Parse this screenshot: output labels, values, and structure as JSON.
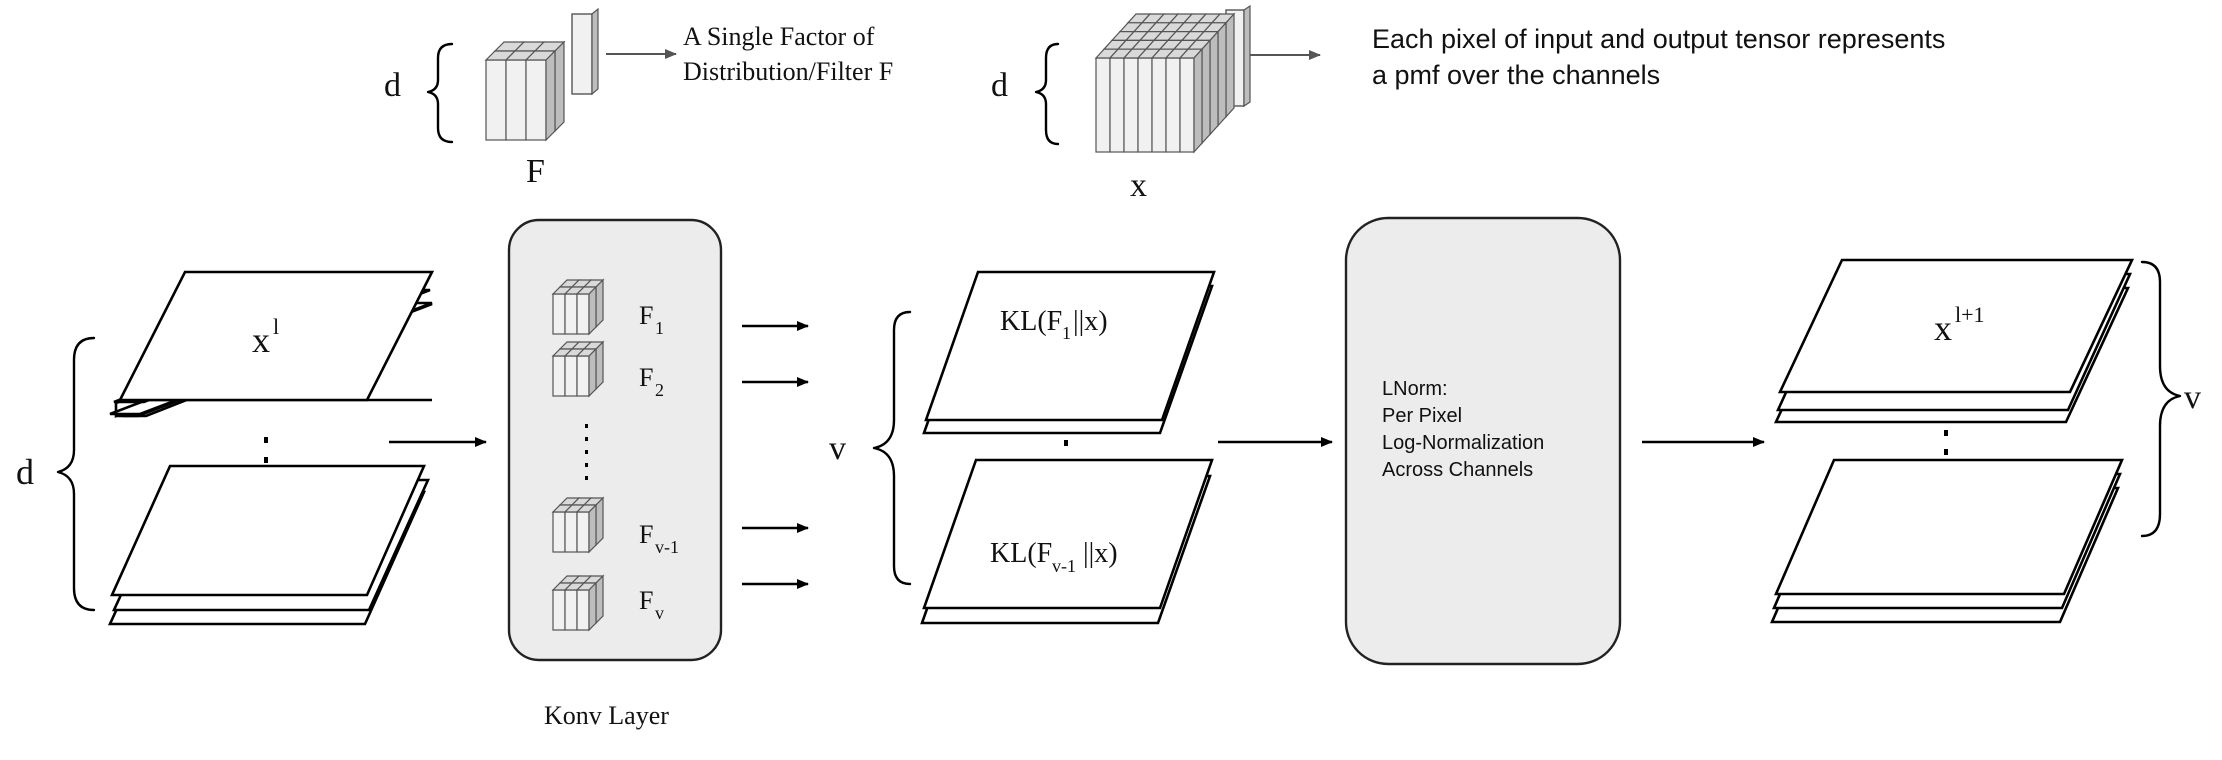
{
  "legend": {
    "filter": {
      "dim_label": "d",
      "name": "F",
      "description_line1": "A Single Factor of",
      "description_line2": "Distribution/Filter F"
    },
    "tensor": {
      "dim_label": "d",
      "name": "x",
      "description_line1": "Each pixel of input and output tensor represents",
      "description_line2": "a pmf over the channels"
    }
  },
  "input": {
    "dim_label": "d",
    "base": "x",
    "sup": "l"
  },
  "konv_layer": {
    "caption": "Konv Layer",
    "filters": [
      {
        "base": "F",
        "sub": "1"
      },
      {
        "base": "F",
        "sub": "2"
      },
      {
        "base": "F",
        "sub": "v-1"
      },
      {
        "base": "F",
        "sub": "v"
      }
    ]
  },
  "kl_outputs": {
    "dim_label": "v",
    "top": {
      "prefix": "KL(F",
      "sub": "1",
      "suffix": "||x)"
    },
    "bottom": {
      "prefix": "KL(F",
      "sub": "v-1",
      "suffix": "||x)"
    }
  },
  "lnorm": {
    "lines": [
      "LNorm:",
      "Per Pixel",
      "Log-Normalization",
      "Across Channels"
    ]
  },
  "output": {
    "dim_label": "v",
    "base": "x",
    "sup": "l+1"
  }
}
